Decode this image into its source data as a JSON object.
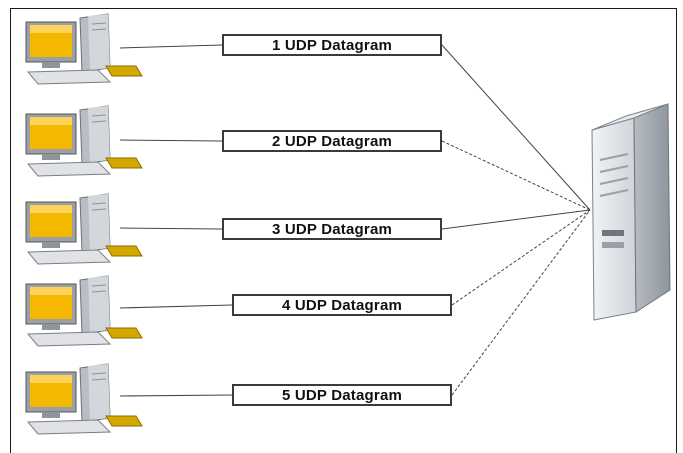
{
  "diagram": {
    "datagrams": [
      {
        "label": "1  UDP Datagram"
      },
      {
        "label": "2  UDP Datagram"
      },
      {
        "label": "3  UDP Datagram"
      },
      {
        "label": "4  UDP Datagram"
      },
      {
        "label": "5  UDP Datagram"
      }
    ],
    "clients": [
      {
        "icon": "desktop-computer-icon"
      },
      {
        "icon": "desktop-computer-icon"
      },
      {
        "icon": "desktop-computer-icon"
      },
      {
        "icon": "desktop-computer-icon"
      },
      {
        "icon": "desktop-computer-icon"
      }
    ],
    "server": {
      "icon": "server-tower-icon"
    },
    "colors": {
      "screen": "#f5b800",
      "case": "#c9cdd3",
      "keyboard": "#d5a800",
      "line": "#444444",
      "server": "#e2e5e9"
    }
  }
}
